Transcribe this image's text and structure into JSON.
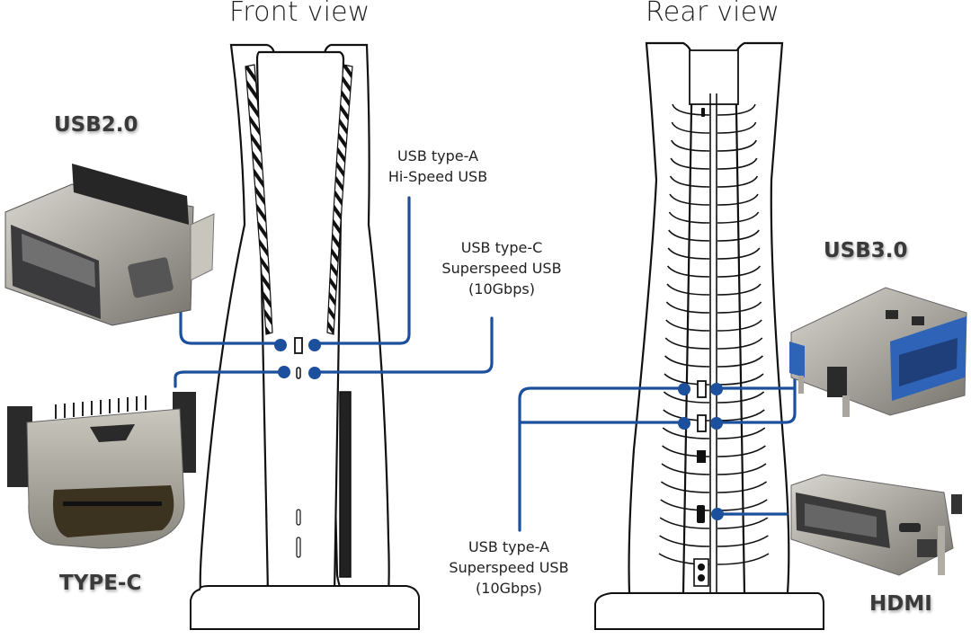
{
  "titles": {
    "front": "Front view",
    "rear": "Rear view"
  },
  "captions": {
    "front_usb_a": [
      "USB type-A",
      "Hi-Speed USB"
    ],
    "front_usb_c": [
      "USB type-C",
      "Superspeed USB",
      "(10Gbps)"
    ],
    "rear_usb_a": [
      "USB type-A",
      "Superspeed USB",
      "(10Gbps)"
    ]
  },
  "port_labels": {
    "usb2": "USB2.0",
    "typec": "TYPE-C",
    "usb3": "USB3.0",
    "hdmi": "HDMI"
  },
  "colors": {
    "connector_line": "#1c4f9c",
    "outline": "#111111",
    "metal": "#b9b6ae",
    "usb3_blue": "#2e63b8"
  }
}
